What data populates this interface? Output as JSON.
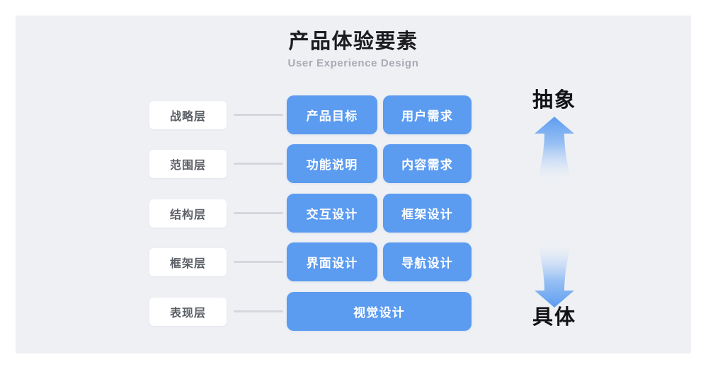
{
  "header": {
    "title": "产品体验要素",
    "subtitle": "User Experience Design"
  },
  "colors": {
    "canvas_background": "#eef0f4",
    "slide_background": "#ffffff",
    "cell_blue": "#5b9bf0",
    "chip_background": "#ffffff",
    "chip_text": "#5b5f66",
    "connector_gray": "#d5d7dc",
    "title_text": "#1c1c1e",
    "subtitle_text": "#a8abb3",
    "axis_label_text": "#131316"
  },
  "diagram": {
    "rows": [
      {
        "layer": "战略层",
        "cells": [
          {
            "label": "产品目标",
            "span": "half"
          },
          {
            "label": "用户需求",
            "span": "half"
          }
        ]
      },
      {
        "layer": "范围层",
        "cells": [
          {
            "label": "功能说明",
            "span": "half"
          },
          {
            "label": "内容需求",
            "span": "half"
          }
        ]
      },
      {
        "layer": "结构层",
        "cells": [
          {
            "label": "交互设计",
            "span": "half"
          },
          {
            "label": "框架设计",
            "span": "half"
          }
        ]
      },
      {
        "layer": "框架层",
        "cells": [
          {
            "label": "界面设计",
            "span": "half"
          },
          {
            "label": "导航设计",
            "span": "half"
          }
        ]
      },
      {
        "layer": "表现层",
        "cells": [
          {
            "label": "视觉设计",
            "span": "full"
          }
        ]
      }
    ]
  },
  "axis": {
    "top_label": "抽象",
    "bottom_label": "具体",
    "up_arrow_icon": "arrow-up-gradient-icon",
    "down_arrow_icon": "arrow-down-gradient-icon"
  }
}
